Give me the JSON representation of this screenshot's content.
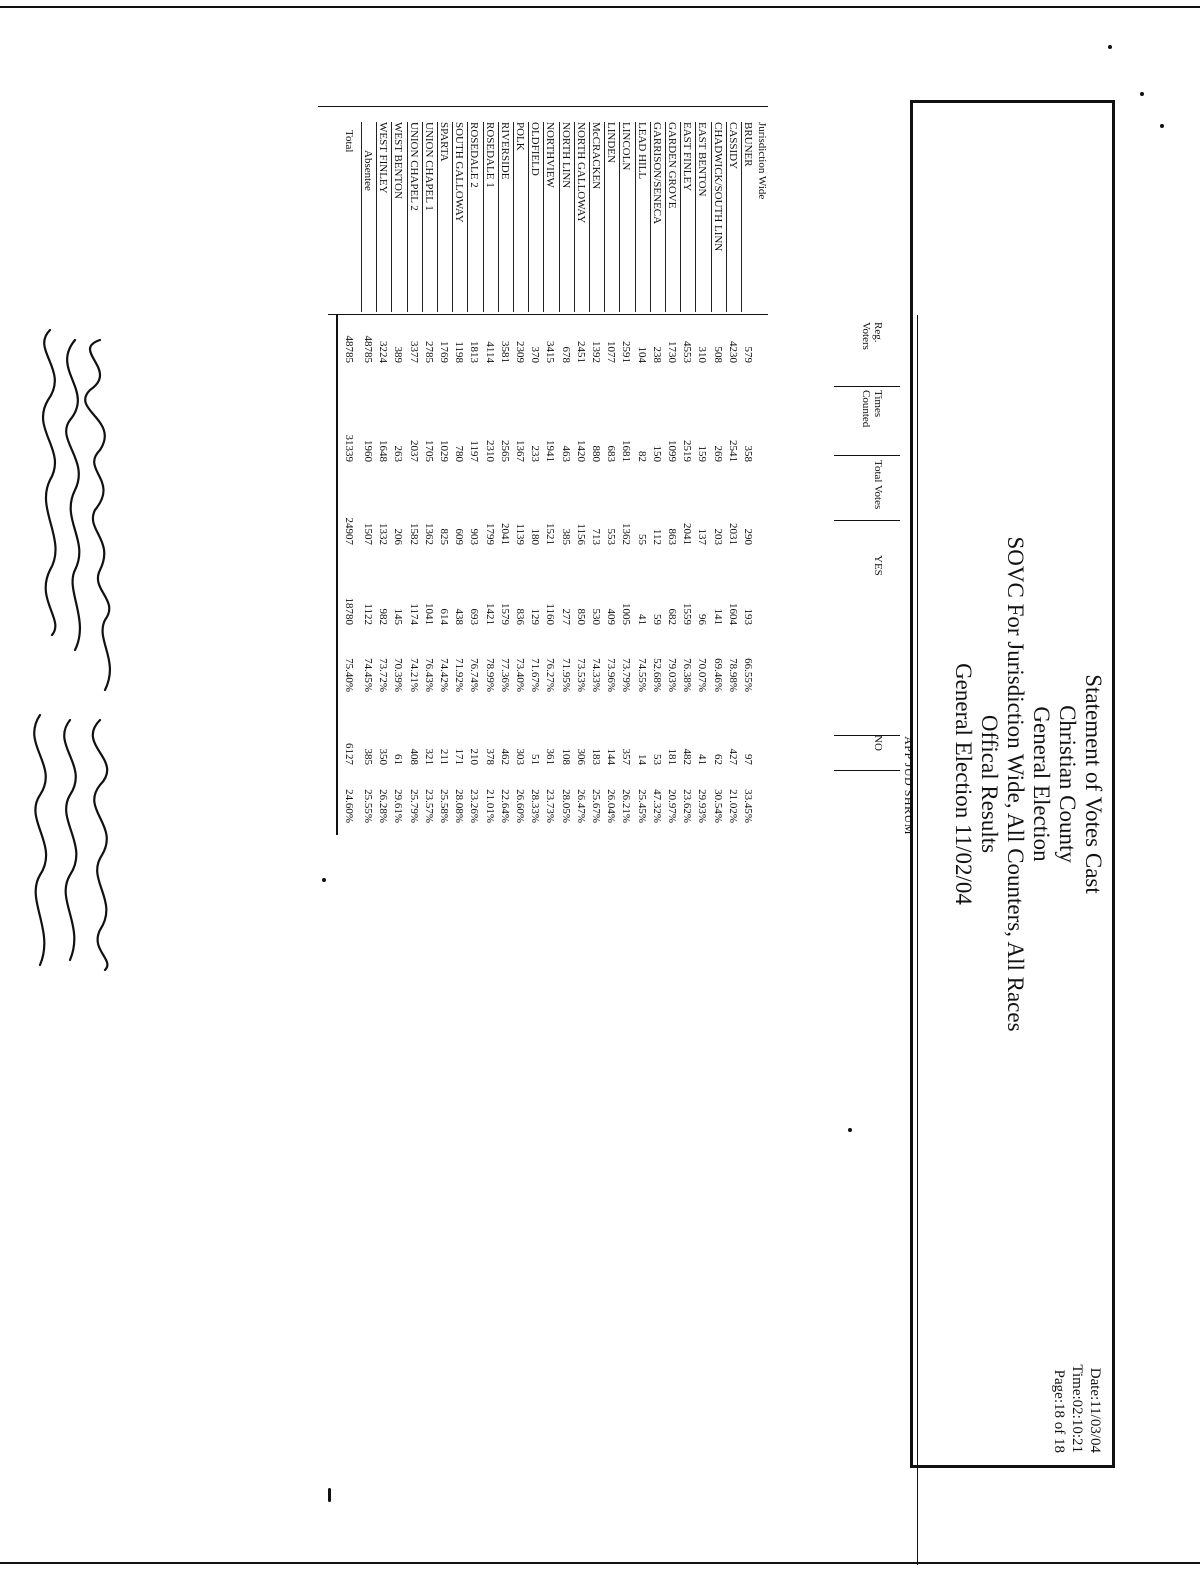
{
  "header": {
    "lines": [
      "Statement of Votes Cast",
      "Christian County",
      "General Election",
      "SOVC For Jurisdiction Wide, All Counters, All Races",
      "Offical Results",
      "General Election 11/02/04"
    ],
    "date": "Date:11/03/04",
    "time": "Time:02:10:21",
    "page": "Page:18 of 18"
  },
  "race": {
    "title": "APP JUD SHRUM",
    "jurisdiction_label": "Jurisdiction Wide",
    "columns": {
      "reg_voters": "Reg. Voters",
      "times_counted": "Times Counted",
      "total_votes": "Total Votes",
      "yes": "YES",
      "no": "NO"
    },
    "rows": [
      {
        "name": "BRUNER",
        "reg": "579",
        "times": "358",
        "total": "290",
        "yes": "193",
        "yes_pct": "66.55%",
        "no": "97",
        "no_pct": "33.45%"
      },
      {
        "name": "CASSIDY",
        "reg": "4230",
        "times": "2541",
        "total": "2031",
        "yes": "1604",
        "yes_pct": "78.98%",
        "no": "427",
        "no_pct": "21.02%"
      },
      {
        "name": "CHADWICK/SOUTH LINN",
        "reg": "508",
        "times": "269",
        "total": "203",
        "yes": "141",
        "yes_pct": "69.46%",
        "no": "62",
        "no_pct": "30.54%"
      },
      {
        "name": "EAST BENTON",
        "reg": "310",
        "times": "159",
        "total": "137",
        "yes": "96",
        "yes_pct": "70.07%",
        "no": "41",
        "no_pct": "29.93%"
      },
      {
        "name": "EAST FINLEY",
        "reg": "4553",
        "times": "2519",
        "total": "2041",
        "yes": "1559",
        "yes_pct": "76.38%",
        "no": "482",
        "no_pct": "23.62%"
      },
      {
        "name": "GARDEN GROVE",
        "reg": "1730",
        "times": "1099",
        "total": "863",
        "yes": "682",
        "yes_pct": "79.03%",
        "no": "181",
        "no_pct": "20.97%"
      },
      {
        "name": "GARRISON/SENECA",
        "reg": "238",
        "times": "150",
        "total": "112",
        "yes": "59",
        "yes_pct": "52.68%",
        "no": "53",
        "no_pct": "47.32%"
      },
      {
        "name": "LEAD HILL",
        "reg": "104",
        "times": "82",
        "total": "55",
        "yes": "41",
        "yes_pct": "74.55%",
        "no": "14",
        "no_pct": "25.45%"
      },
      {
        "name": "LINCOLN",
        "reg": "2591",
        "times": "1681",
        "total": "1362",
        "yes": "1005",
        "yes_pct": "73.79%",
        "no": "357",
        "no_pct": "26.21%"
      },
      {
        "name": "LINDEN",
        "reg": "1077",
        "times": "683",
        "total": "553",
        "yes": "409",
        "yes_pct": "73.96%",
        "no": "144",
        "no_pct": "26.04%"
      },
      {
        "name": "McCRACKEN",
        "reg": "1392",
        "times": "880",
        "total": "713",
        "yes": "530",
        "yes_pct": "74.33%",
        "no": "183",
        "no_pct": "25.67%"
      },
      {
        "name": "NORTH GALLOWAY",
        "reg": "2451",
        "times": "1420",
        "total": "1156",
        "yes": "850",
        "yes_pct": "73.53%",
        "no": "306",
        "no_pct": "26.47%"
      },
      {
        "name": "NORTH LINN",
        "reg": "678",
        "times": "463",
        "total": "385",
        "yes": "277",
        "yes_pct": "71.95%",
        "no": "108",
        "no_pct": "28.05%"
      },
      {
        "name": "NORTHVIEW",
        "reg": "3415",
        "times": "1941",
        "total": "1521",
        "yes": "1160",
        "yes_pct": "76.27%",
        "no": "361",
        "no_pct": "23.73%"
      },
      {
        "name": "OLDFIELD",
        "reg": "370",
        "times": "233",
        "total": "180",
        "yes": "129",
        "yes_pct": "71.67%",
        "no": "51",
        "no_pct": "28.33%"
      },
      {
        "name": "POLK",
        "reg": "2309",
        "times": "1367",
        "total": "1139",
        "yes": "836",
        "yes_pct": "73.40%",
        "no": "303",
        "no_pct": "26.60%"
      },
      {
        "name": "RIVERSIDE",
        "reg": "3581",
        "times": "2565",
        "total": "2041",
        "yes": "1579",
        "yes_pct": "77.36%",
        "no": "462",
        "no_pct": "22.64%"
      },
      {
        "name": "ROSEDALE 1",
        "reg": "4114",
        "times": "2310",
        "total": "1799",
        "yes": "1421",
        "yes_pct": "78.99%",
        "no": "378",
        "no_pct": "21.01%"
      },
      {
        "name": "ROSEDALE 2",
        "reg": "1813",
        "times": "1197",
        "total": "903",
        "yes": "693",
        "yes_pct": "76.74%",
        "no": "210",
        "no_pct": "23.26%"
      },
      {
        "name": "SOUTH GALLOWAY",
        "reg": "1198",
        "times": "780",
        "total": "609",
        "yes": "438",
        "yes_pct": "71.92%",
        "no": "171",
        "no_pct": "28.08%"
      },
      {
        "name": "SPARTA",
        "reg": "1769",
        "times": "1029",
        "total": "825",
        "yes": "614",
        "yes_pct": "74.42%",
        "no": "211",
        "no_pct": "25.58%"
      },
      {
        "name": "UNION CHAPEL 1",
        "reg": "2785",
        "times": "1705",
        "total": "1362",
        "yes": "1041",
        "yes_pct": "76.43%",
        "no": "321",
        "no_pct": "23.57%"
      },
      {
        "name": "UNION CHAPEL 2",
        "reg": "3377",
        "times": "2037",
        "total": "1582",
        "yes": "1174",
        "yes_pct": "74.21%",
        "no": "408",
        "no_pct": "25.79%"
      },
      {
        "name": "WEST BENTON",
        "reg": "389",
        "times": "263",
        "total": "206",
        "yes": "145",
        "yes_pct": "70.39%",
        "no": "61",
        "no_pct": "29.61%"
      },
      {
        "name": "WEST FINLEY",
        "reg": "3224",
        "times": "1648",
        "total": "1332",
        "yes": "982",
        "yes_pct": "73.72%",
        "no": "350",
        "no_pct": "26.28%"
      },
      {
        "name": "Absentee",
        "reg": "48785",
        "times": "1960",
        "total": "1507",
        "yes": "1122",
        "yes_pct": "74.45%",
        "no": "385",
        "no_pct": "25.55%"
      },
      {
        "name": "Total",
        "reg": "48785",
        "times": "31339",
        "total": "24907",
        "yes": "18780",
        "yes_pct": "75.40%",
        "no": "6127",
        "no_pct": "24.60%"
      }
    ]
  }
}
